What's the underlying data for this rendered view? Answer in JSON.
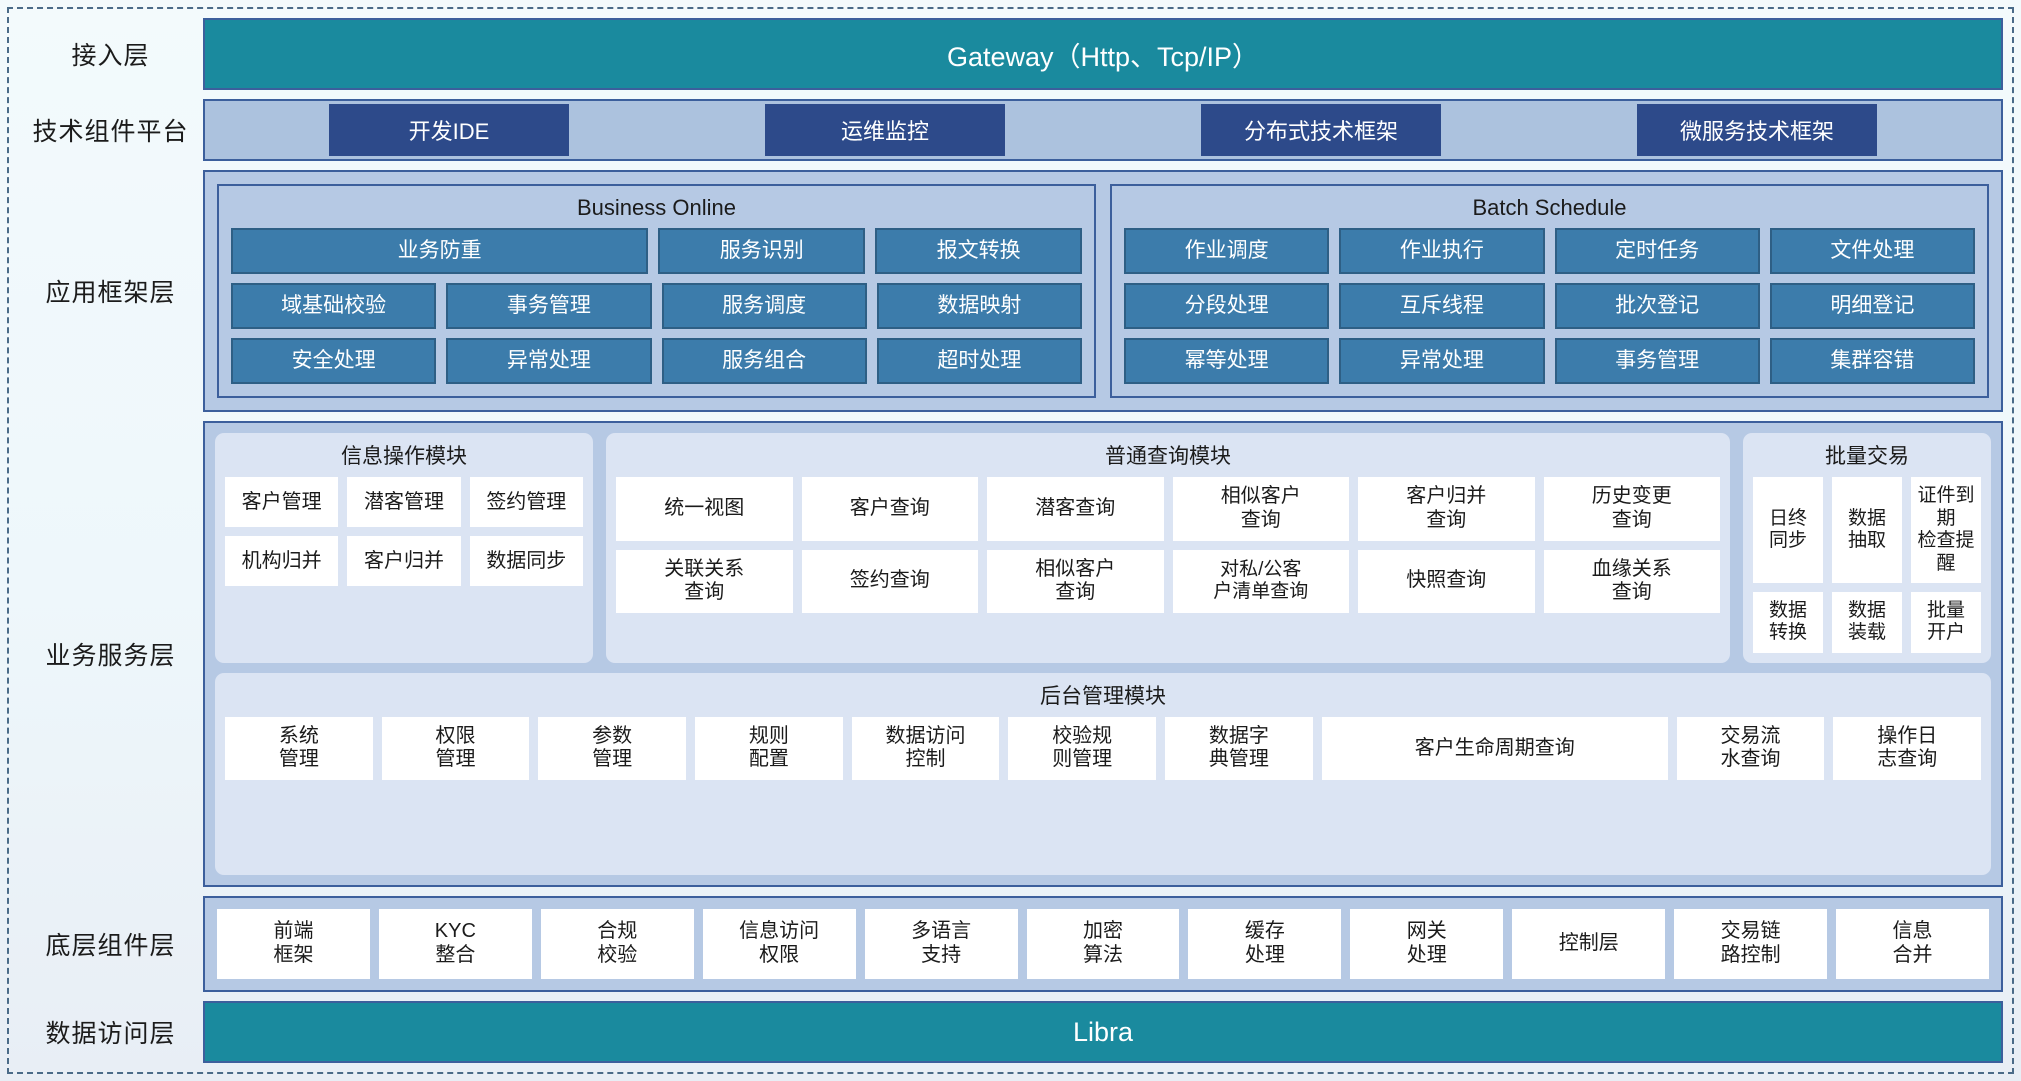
{
  "diagram": {
    "title": "分层架构图",
    "colors": {
      "teal": "#1a8a9e",
      "dark_blue_chip": "#2d4a8a",
      "mid_blue_cell": "#3c7cab",
      "panel_blue": "#b6c9e4",
      "module_blue": "#dbe4f3",
      "border_blue": "#3c5f9c"
    }
  },
  "layers": {
    "access": {
      "label": "接入层",
      "bar_text": "Gateway（Http、Tcp/IP）"
    },
    "tech_platform": {
      "label": "技术组件平台",
      "chips": [
        "开发IDE",
        "运维监控",
        "分布式技术框架",
        "微服务技术框架"
      ]
    },
    "app_framework": {
      "label": "应用框架层",
      "groups": [
        {
          "title": "Business Online",
          "rows": [
            [
              "业务防重",
              "服务识别",
              "报文转换"
            ],
            [
              "域基础校验",
              "事务管理",
              "服务调度",
              "数据映射"
            ],
            [
              "安全处理",
              "异常处理",
              "服务组合",
              "超时处理"
            ]
          ]
        },
        {
          "title": "Batch Schedule",
          "rows": [
            [
              "作业调度",
              "作业执行",
              "定时任务",
              "文件处理"
            ],
            [
              "分段处理",
              "互斥线程",
              "批次登记",
              "明细登记"
            ],
            [
              "幂等处理",
              "异常处理",
              "事务管理",
              "集群容错"
            ]
          ]
        }
      ]
    },
    "business_service": {
      "label": "业务服务层",
      "modules": [
        {
          "title": "信息操作模块",
          "rows": [
            [
              "客户管理",
              "潜客管理",
              "签约管理"
            ],
            [
              "机构归并",
              "客户归并",
              "数据同步"
            ]
          ]
        },
        {
          "title": "普通查询模块",
          "rows": [
            [
              "统一视图",
              "客户查询",
              "潜客查询",
              "相似客户\n查询",
              "客户归并\n查询",
              "历史变更\n查询"
            ],
            [
              "关联关系\n查询",
              "签约查询",
              "相似客户\n查询",
              "对私/公客\n户清单查询",
              "快照查询",
              "血缘关系\n查询"
            ]
          ]
        },
        {
          "title": "批量交易",
          "rows": [
            [
              "日终\n同步",
              "数据\n抽取",
              "证件到期\n检查提醒"
            ],
            [
              "数据\n转换",
              "数据\n装载",
              "批量\n开户"
            ]
          ]
        }
      ],
      "admin_module": {
        "title": "后台管理模块",
        "items": [
          "系统\n管理",
          "权限\n管理",
          "参数\n管理",
          "规则\n配置",
          "数据访问\n控制",
          "校验规\n则管理",
          "数据字\n典管理",
          "客户生命周期查询",
          "交易流\n水查询",
          "操作日\n志查询"
        ]
      }
    },
    "bottom_component": {
      "label": "底层组件层",
      "items": [
        "前端\n框架",
        "KYC\n整合",
        "合规\n校验",
        "信息访问\n权限",
        "多语言\n支持",
        "加密\n算法",
        "缓存\n处理",
        "网关\n处理",
        "控制层",
        "交易链\n路控制",
        "信息\n合并"
      ]
    },
    "data_access": {
      "label": "数据访问层",
      "bar_text": "Libra"
    }
  }
}
